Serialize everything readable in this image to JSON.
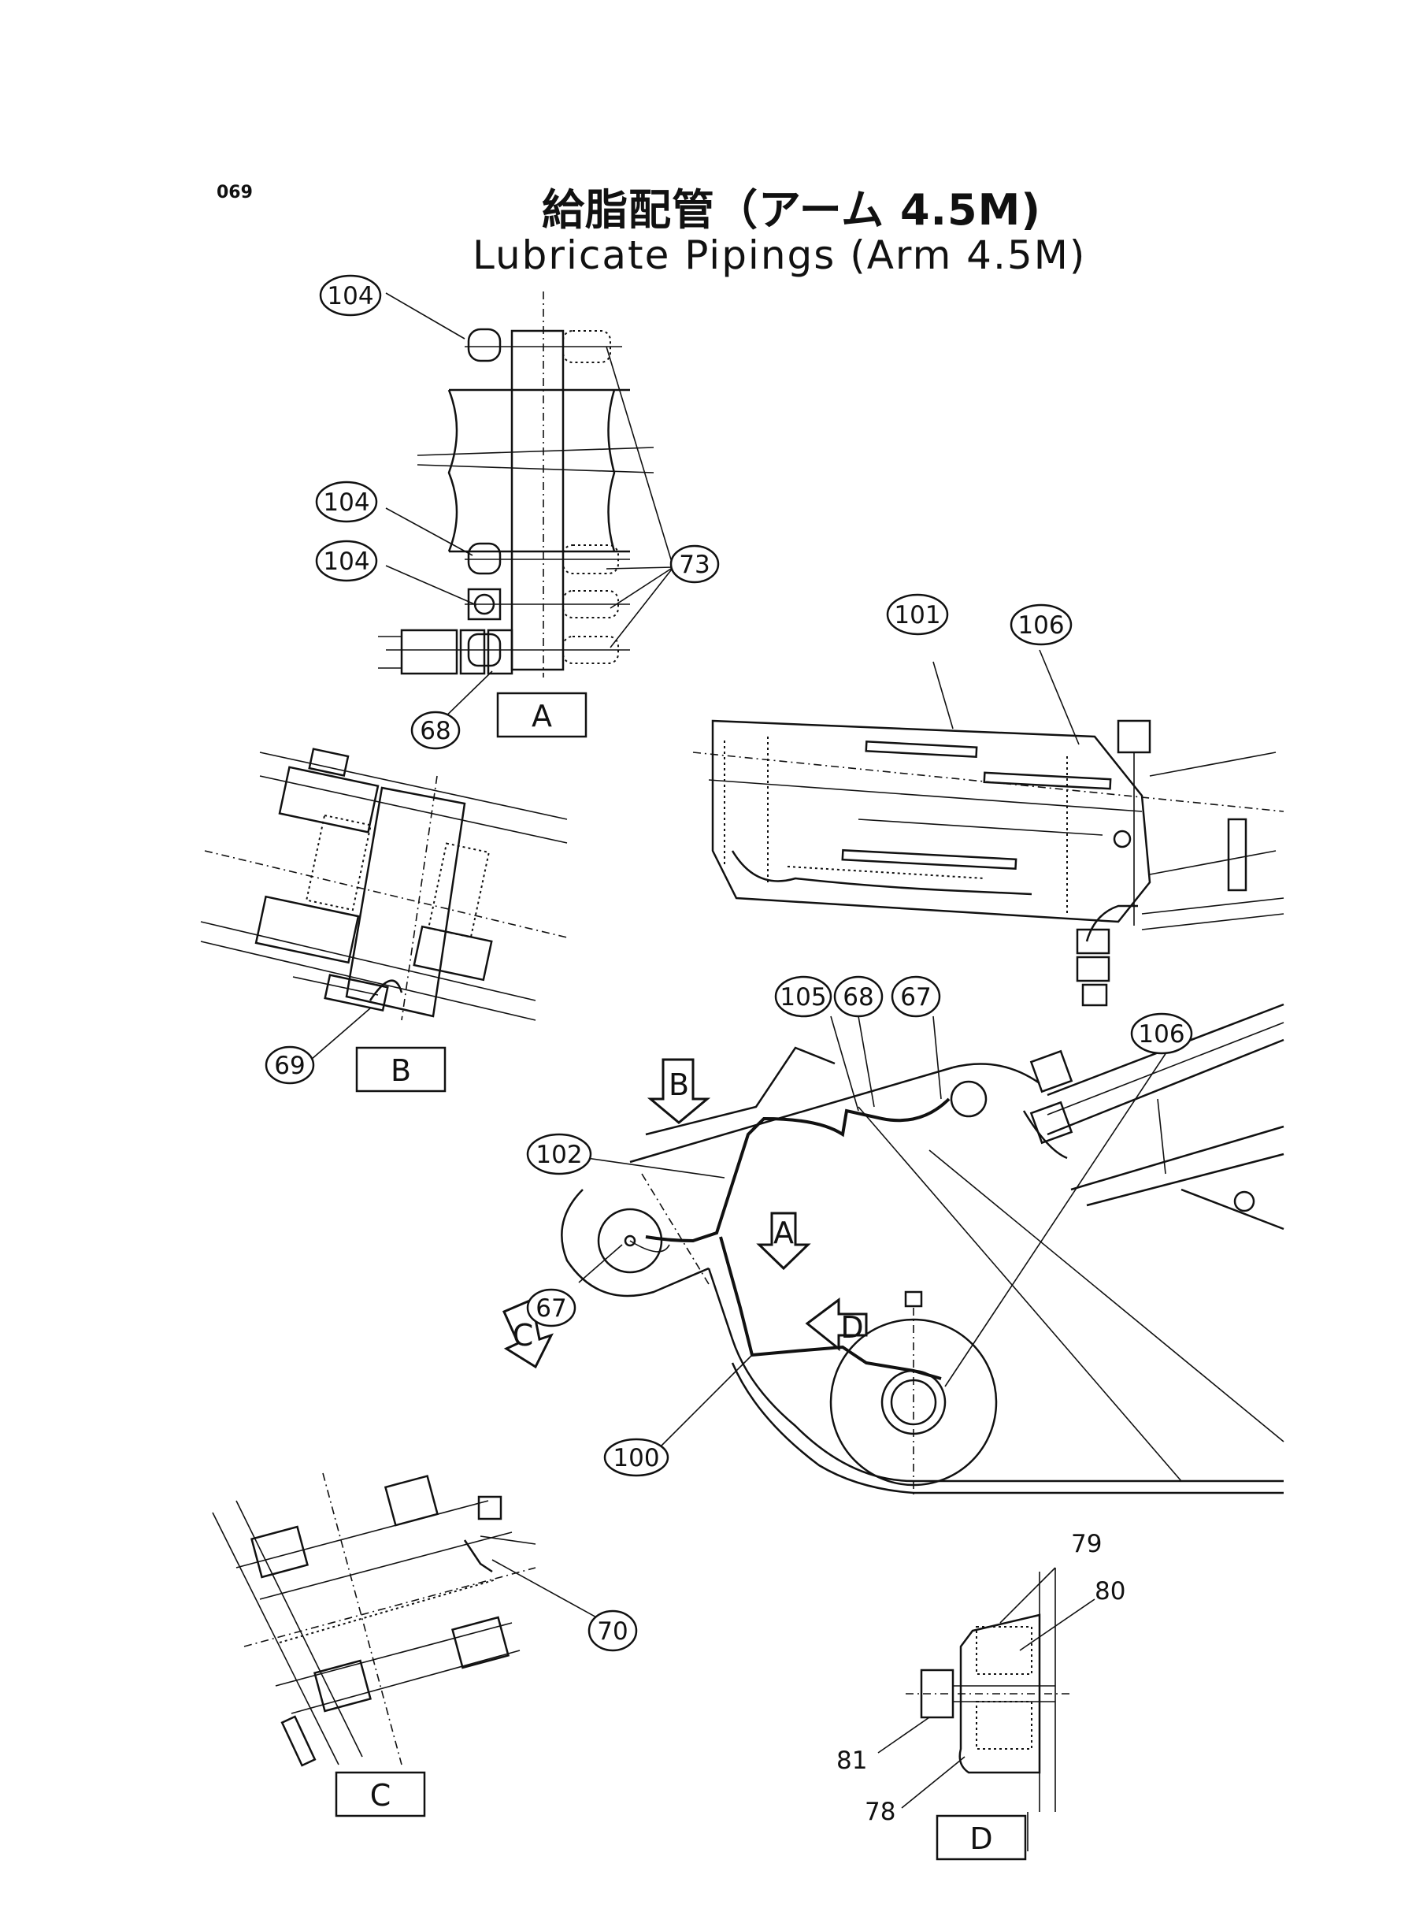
{
  "page_number": "069",
  "title": {
    "japanese": "給脂配管（アーム 4.5M)",
    "english": "Lubricate Pipings (Arm 4.5M)"
  },
  "callouts": {
    "c104a": "104",
    "c104b": "104",
    "c104c": "104",
    "c73": "73",
    "c68a": "68",
    "c101": "101",
    "c106a": "106",
    "c69": "69",
    "c105": "105",
    "c68b": "68",
    "c67a": "67",
    "c106b": "106",
    "c102": "102",
    "c67b": "67",
    "c100": "100",
    "c70": "70"
  },
  "plain_labels": {
    "p79": "79",
    "p80": "80",
    "p81": "81",
    "p78": "78"
  },
  "view_labels": {
    "A": "A",
    "B": "B",
    "C": "C",
    "D": "D"
  },
  "view_arrows": {
    "A": "A",
    "B": "B",
    "C": "C",
    "D": "D"
  }
}
